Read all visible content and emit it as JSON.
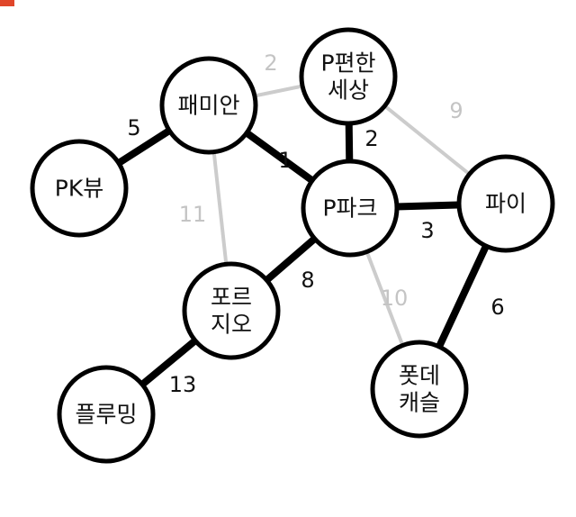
{
  "colors": {
    "accent": "#e0462a",
    "selected_edge": "#000000",
    "unselected_edge": "#cccccc",
    "selected_weight": "#111111",
    "unselected_weight": "#c4c4c4"
  },
  "graph": {
    "nodes": [
      {
        "id": "pixel_world",
        "lines": [
          "P편한",
          "세상"
        ]
      },
      {
        "id": "family",
        "lines": [
          "패미안"
        ]
      },
      {
        "id": "pkview",
        "lines": [
          "PK뷰"
        ]
      },
      {
        "id": "ppark",
        "lines": [
          "P파크"
        ]
      },
      {
        "id": "pai",
        "lines": [
          "파이"
        ]
      },
      {
        "id": "forsio",
        "lines": [
          "포르",
          "지오"
        ]
      },
      {
        "id": "potde",
        "lines": [
          "폿데",
          "캐슬"
        ]
      },
      {
        "id": "pruming",
        "lines": [
          "플루밍"
        ]
      }
    ],
    "edges": [
      {
        "from": "family",
        "to": "pixel_world",
        "weight": "2",
        "selected": false
      },
      {
        "from": "pixel_world",
        "to": "pai",
        "weight": "9",
        "selected": false
      },
      {
        "from": "family",
        "to": "pkview",
        "weight": "5",
        "selected": true
      },
      {
        "from": "pixel_world",
        "to": "ppark",
        "weight": "2",
        "selected": true
      },
      {
        "from": "family",
        "to": "ppark",
        "weight": "1",
        "selected": true
      },
      {
        "from": "family",
        "to": "forsio",
        "weight": "11",
        "selected": false
      },
      {
        "from": "ppark",
        "to": "pai",
        "weight": "3",
        "selected": true
      },
      {
        "from": "ppark",
        "to": "forsio",
        "weight": "8",
        "selected": true
      },
      {
        "from": "ppark",
        "to": "potde",
        "weight": "10",
        "selected": false
      },
      {
        "from": "pai",
        "to": "potde",
        "weight": "6",
        "selected": true
      },
      {
        "from": "forsio",
        "to": "pruming",
        "weight": "13",
        "selected": true
      }
    ]
  }
}
